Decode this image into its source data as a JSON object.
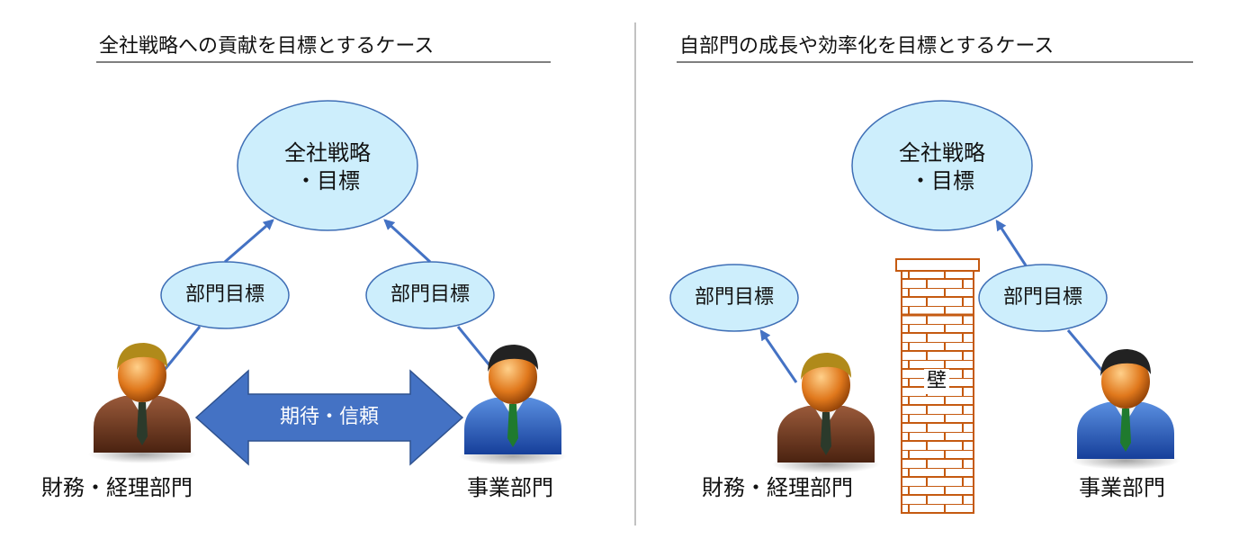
{
  "left_panel": {
    "title": "全社戦略への貢献を目標とするケース",
    "central_goal_line1": "全社戦略",
    "central_goal_line2": "・目標",
    "finance_dept_goal": "部門目標",
    "business_dept_goal": "部門目標",
    "finance_person_label": "財務・経理部門",
    "business_person_label": "事業部門",
    "mutual_arrow_label": "期待・信頼"
  },
  "right_panel": {
    "title": "自部門の成長や効率化を目標とするケース",
    "central_goal_line1": "全社戦略",
    "central_goal_line2": "・目標",
    "finance_dept_goal": "部門目標",
    "business_dept_goal": "部門目標",
    "finance_person_label": "財務・経理部門",
    "business_person_label": "事業部門",
    "wall_label": "壁"
  },
  "colors": {
    "oval_fill": "#cdeefc",
    "oval_stroke": "#3f6fb6",
    "arrow_blue": "#4472c4",
    "wall_brick": "#c55a11",
    "divider": "#999999"
  }
}
